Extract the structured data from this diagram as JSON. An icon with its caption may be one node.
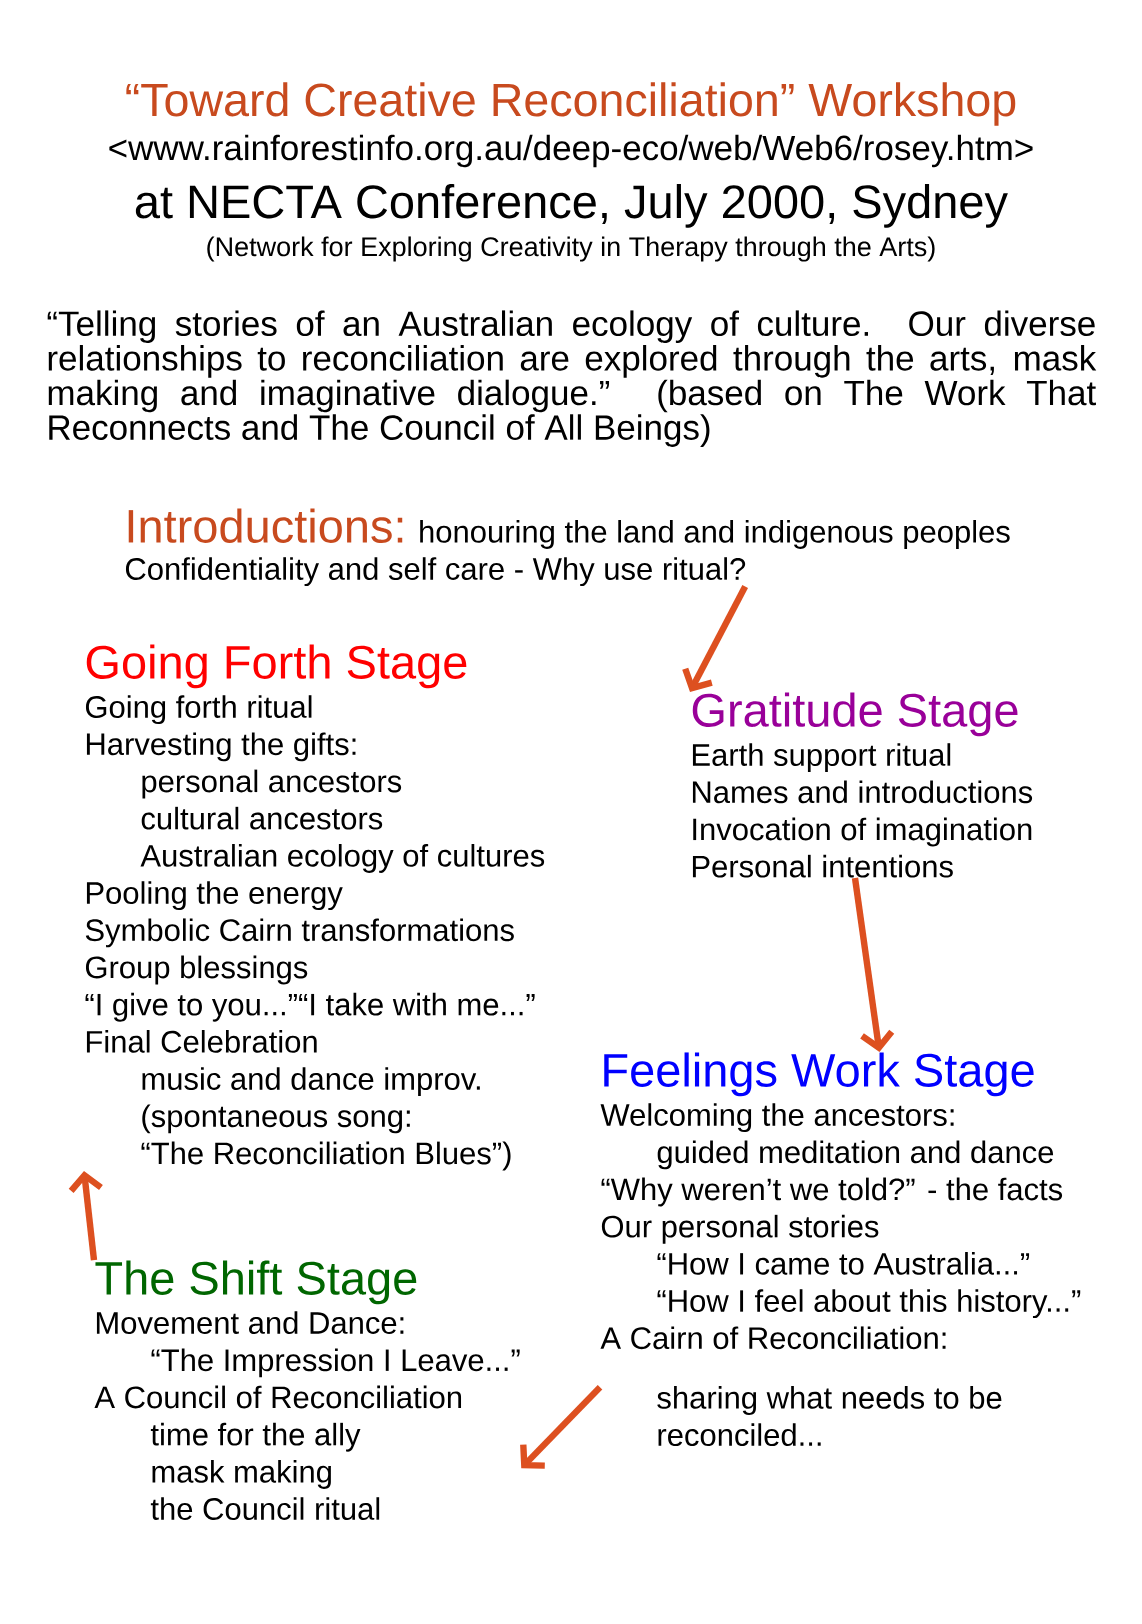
{
  "diagram": {
    "title": "“Toward Creative Reconciliation” Workshop",
    "nodes": [
      {
        "text": [
          "Introductions:",
          "honouring the land and indigenous peoples",
          "Confidentiality and self care - Why use ritual?"
        ]
      },
      {
        "text": [
          "Going Forth Stage",
          "Going forth ritual",
          "Harvesting the gifts:",
          "personal ancestors",
          "cultural ancestors",
          "Australian ecology of cultures",
          "Pooling the energy",
          "Symbolic Cairn transformations",
          "Group blessings",
          "“I give to you...”“I take with me...”",
          "Final Celebration",
          "music and dance improv.",
          "(spontaneous song:",
          "“The Reconciliation Blues”)"
        ]
      },
      {
        "text": [
          "Gratitude Stage",
          "Earth support ritual",
          "Names and introductions",
          "Invocation of imagination",
          "Personal intentions"
        ]
      },
      {
        "text": [
          "Feelings Work Stage",
          "Welcoming the ancestors:",
          "guided meditation and dance",
          "“Why weren’t we told?” - the facts",
          "Our personal stories",
          "“How I came to Australia...”",
          "“How I feel about this history...”",
          "A Cairn of Reconciliation:",
          "sharing what needs to be reconciled..."
        ]
      },
      {
        "text": [
          "The Shift Stage",
          "Movement and Dance:",
          "“The Impression I Leave...”",
          "A Council of Reconciliation",
          "time for the ally",
          "mask making",
          "the Council ritual"
        ]
      }
    ],
    "edges": [
      {
        "from": 0,
        "to": 2,
        "arrow": "to"
      },
      {
        "from": 2,
        "to": 3,
        "arrow": "to"
      },
      {
        "from": 3,
        "to": 4,
        "arrow": "to"
      },
      {
        "from": 4,
        "to": 1,
        "arrow": "to"
      }
    ],
    "labels": [
      "<www.rainforestinfo.org.au/deep-eco/web/Web6/rosey.htm>",
      "at NECTA Conference, July 2000, Sydney",
      "(Network for Exploring Creativity in Therapy through the Arts)",
      "“Telling stories of an Australian ecology of culture. Our diverse relationships to reconciliation are explored through the arts, mask making and imaginative dialogue.” (based on The Work That Reconnects and The Council of All Beings)"
    ]
  }
}
